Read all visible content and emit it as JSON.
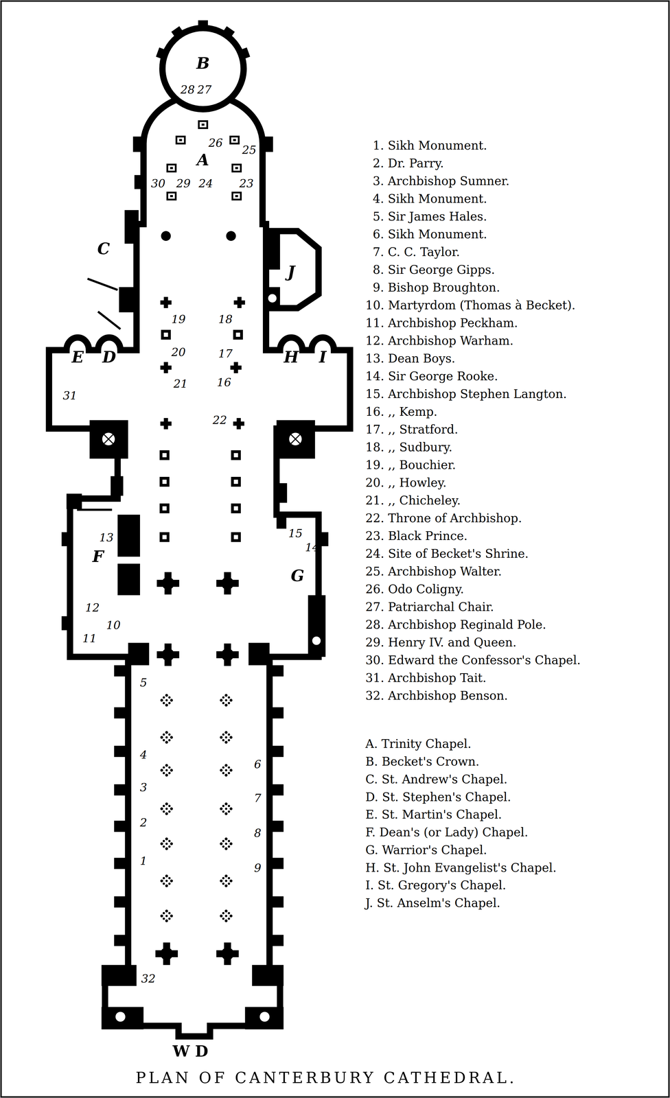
{
  "diagram": {
    "title": "PLAN OF CANTERBURY CATHEDRAL.",
    "labels": [
      "B",
      "28",
      "27",
      "26",
      "25",
      "A",
      "30",
      "29",
      "24",
      "23",
      "C",
      "J",
      "19",
      "18",
      "E",
      "D",
      "H",
      "I",
      "20",
      "17",
      "21",
      "16",
      "31",
      "22",
      "13",
      "15",
      "14",
      "F",
      "G",
      "12",
      "10",
      "11",
      "5",
      "4",
      "6",
      "3",
      "7",
      "2",
      "8",
      "1",
      "9",
      "32",
      "W D"
    ],
    "legend": [
      {
        "text": "1. Sikh Monument."
      },
      {
        "text": "2. Dr. Parry."
      },
      {
        "text": "3. Archbishop Sumner."
      },
      {
        "text": "4. Sikh Monument."
      },
      {
        "text": "5. Sir James Hales."
      },
      {
        "text": "6. Sikh Monument."
      },
      {
        "text": "7. C. C. Taylor."
      },
      {
        "text": "8. Sir George Gipps."
      },
      {
        "text": "9. Bishop Broughton."
      },
      {
        "text": "10. Martyrdom (Thomas à Becket)."
      },
      {
        "text": "11. Archbishop Peckham."
      },
      {
        "text": "12. Archbishop Warham."
      },
      {
        "text": "13. Dean Boys."
      },
      {
        "text": "14. Sir George Rooke."
      },
      {
        "text": "15. Archbishop Stephen Langton."
      },
      {
        "text": "16. ,, Kemp."
      },
      {
        "text": "17. ,, Stratford."
      },
      {
        "text": "18. ,, Sudbury."
      },
      {
        "text": "19. ,, Bouchier."
      },
      {
        "text": "20. ,, Howley."
      },
      {
        "text": "21. ,, Chicheley."
      },
      {
        "text": "22. Throne of Archbishop."
      },
      {
        "text": "23. Black Prince."
      },
      {
        "text": "24. Site of Becket's Shrine."
      },
      {
        "text": "25. Archbishop Walter."
      },
      {
        "text": "26. Odo Coligny."
      },
      {
        "text": "27. Patriarchal Chair."
      },
      {
        "text": "28. Archbishop Reginald Pole."
      },
      {
        "text": "29. Henry IV. and Queen."
      },
      {
        "text": "30. Edward the Confessor's Chapel."
      },
      {
        "text": "31. Archbishop Tait."
      },
      {
        "text": "32. Archbishop Benson."
      },
      {
        "text": "A. Trinity Chapel."
      },
      {
        "text": "B. Becket's Crown."
      },
      {
        "text": "C. St. Andrew's Chapel."
      },
      {
        "text": "D. St. Stephen's Chapel."
      },
      {
        "text": "E. St. Martin's Chapel."
      },
      {
        "text": "F. Dean's (or Lady) Chapel."
      },
      {
        "text": "G. Warrior's Chapel."
      },
      {
        "text": "H. St. John Evangelist's Chapel."
      },
      {
        "text": "I. St. Gregory's Chapel."
      },
      {
        "text": "J. St. Anselm's Chapel."
      }
    ]
  }
}
